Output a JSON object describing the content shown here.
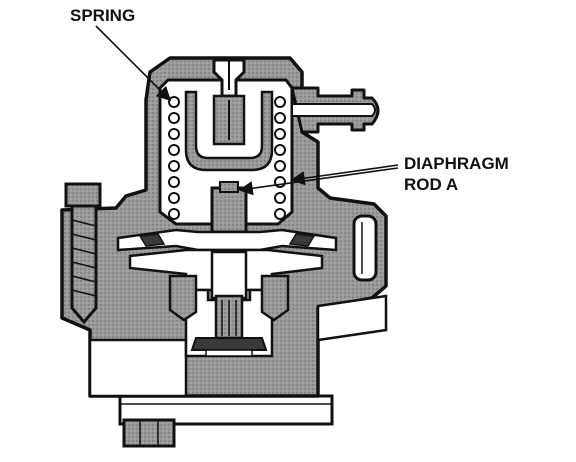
{
  "labels": {
    "spring": "SPRING",
    "diaphragm": "DIAPHRAGM",
    "rod_a": "ROD A"
  },
  "colors": {
    "ink": "#111111",
    "body_shade": "#8a8a8a",
    "cavity": "#ffffff",
    "dark": "#3a3a3a"
  }
}
